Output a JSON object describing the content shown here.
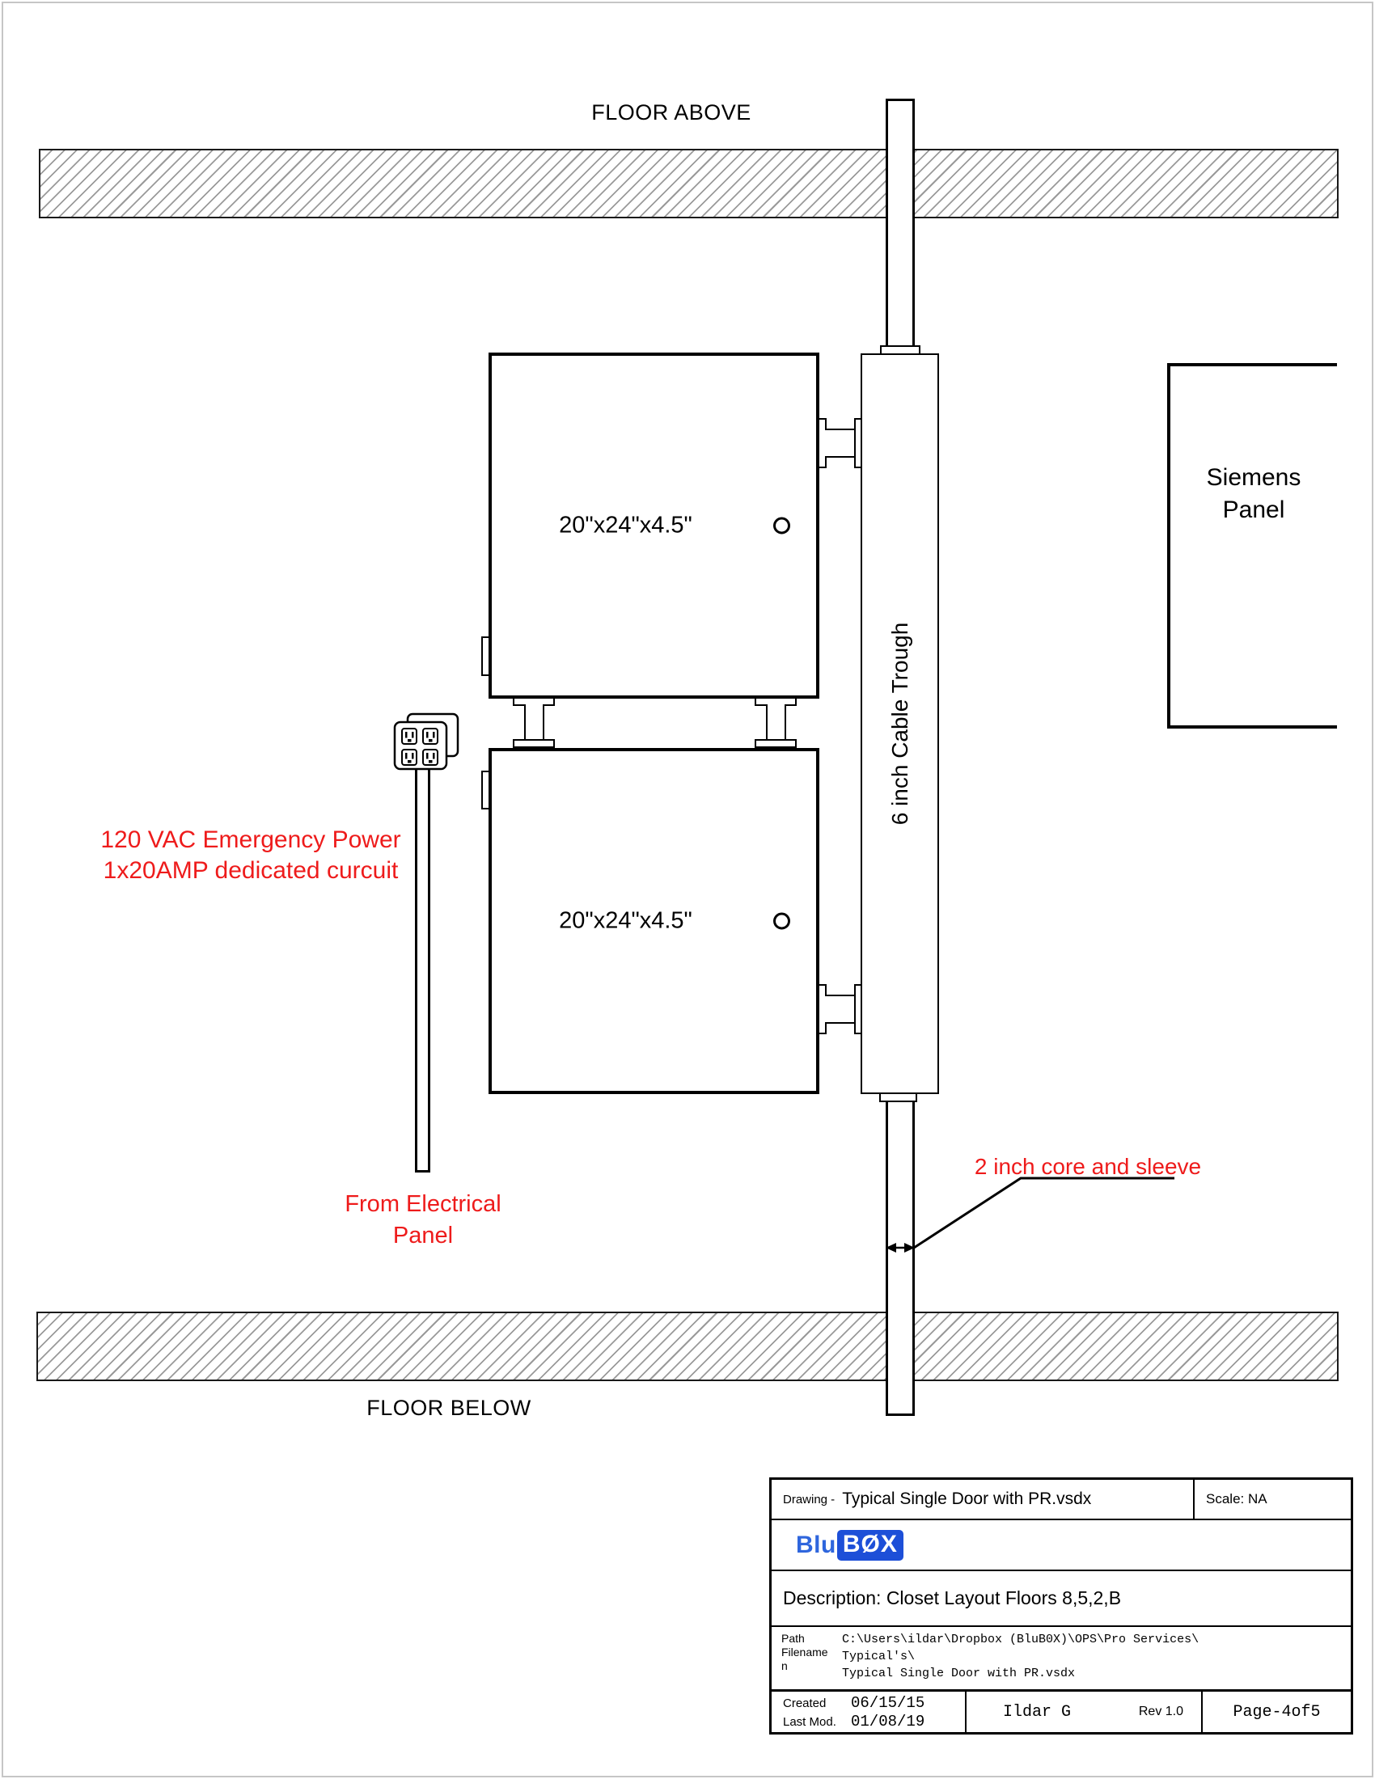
{
  "colors": {
    "annotation_red": "#ee1b1b",
    "logo_blue": "#1d4fd8",
    "hatch_gray": "#9a9a9a"
  },
  "labels": {
    "floor_above": "FLOOR ABOVE",
    "floor_below": "FLOOR BELOW",
    "upper_box": "20\"x24\"x4.5\"",
    "lower_box": "20\"x24\"x4.5\"",
    "trough": "6 inch Cable Trough",
    "siemens_line1": "Siemens",
    "siemens_line2": "Panel"
  },
  "annotations": {
    "power_line1": "120 VAC Emergency Power",
    "power_line2": "1x20AMP dedicated curcuit",
    "from_panel_line1": "From Electrical",
    "from_panel_line2": "Panel",
    "core_sleeve": "2 inch core and sleeve"
  },
  "title_block": {
    "drawing_label": "Drawing -",
    "drawing_title": "Typical Single Door with PR.vsdx",
    "scale": "Scale: NA",
    "logo_blu": "Blu",
    "logo_box": "BØX",
    "description": "Description: Closet Layout Floors 8,5,2,B",
    "path_label_line1": "Path",
    "path_label_line2": "Filename",
    "path_label_line3": "n",
    "path_line1": "C:\\Users\\ildar\\Dropbox (BluB0X)\\OPS\\Pro Services\\",
    "path_line2": "Typical's\\",
    "path_line3": "Typical Single Door with PR.vsdx",
    "created_label": "Created",
    "created_date": "06/15/15",
    "modified_label": "Last Mod.",
    "modified_date": "01/08/19",
    "author": "Ildar G",
    "revision": "Rev 1.0",
    "page_number": "Page-4of5"
  }
}
